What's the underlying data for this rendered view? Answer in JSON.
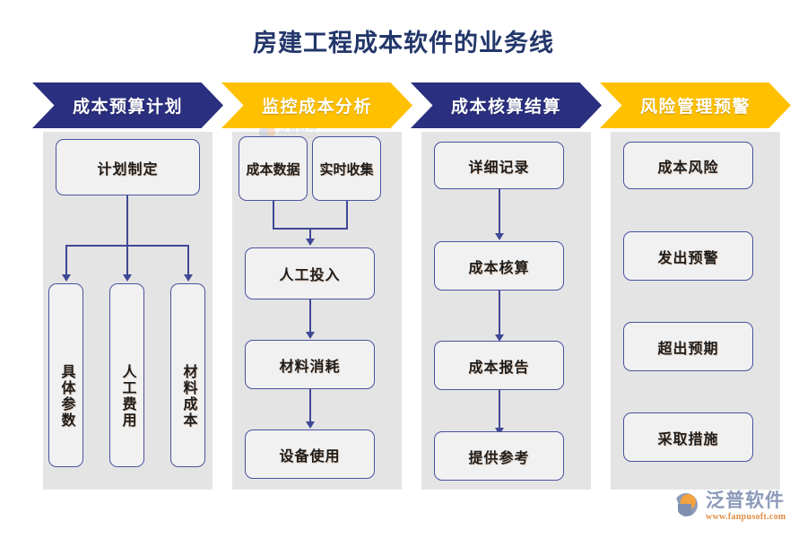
{
  "page": {
    "title": "房建工程成本软件的业务线",
    "background": "#ffffff",
    "navy": "#2a2f7f",
    "gold": "#ffc000",
    "panel_bg": "#e4e4e4",
    "node_border": "#4a52a0",
    "node_bg": "#f1f1f1",
    "title_color": "#23376b"
  },
  "columns": [
    {
      "header": "成本预算计划",
      "header_style": "navy",
      "nodes": [
        {
          "label": "计划制定",
          "orientation": "horizontal"
        },
        {
          "label": "具体参数",
          "orientation": "vertical"
        },
        {
          "label": "人工费用",
          "orientation": "vertical"
        },
        {
          "label": "材料成本",
          "orientation": "vertical"
        }
      ]
    },
    {
      "header": "监控成本分析",
      "header_style": "gold",
      "nodes": [
        {
          "label": "成本数据",
          "orientation": "horizontal"
        },
        {
          "label": "实时收集",
          "orientation": "horizontal"
        },
        {
          "label": "人工投入",
          "orientation": "horizontal"
        },
        {
          "label": "材料消耗",
          "orientation": "horizontal"
        },
        {
          "label": "设备使用",
          "orientation": "horizontal"
        }
      ]
    },
    {
      "header": "成本核算结算",
      "header_style": "navy",
      "nodes": [
        {
          "label": "详细记录",
          "orientation": "horizontal"
        },
        {
          "label": "成本核算",
          "orientation": "horizontal"
        },
        {
          "label": "成本报告",
          "orientation": "horizontal"
        },
        {
          "label": "提供参考",
          "orientation": "horizontal"
        }
      ]
    },
    {
      "header": "风险管理预警",
      "header_style": "gold",
      "nodes": [
        {
          "label": "成本风险",
          "orientation": "horizontal"
        },
        {
          "label": "发出预警",
          "orientation": "horizontal"
        },
        {
          "label": "超出预期",
          "orientation": "horizontal"
        },
        {
          "label": "采取措施",
          "orientation": "horizontal"
        }
      ]
    }
  ],
  "watermark": {
    "name": "泛普软件",
    "url": "FANPU SOFTWARE"
  },
  "brand": {
    "name": "泛普软件",
    "url": "www.fanpusoft.com"
  }
}
